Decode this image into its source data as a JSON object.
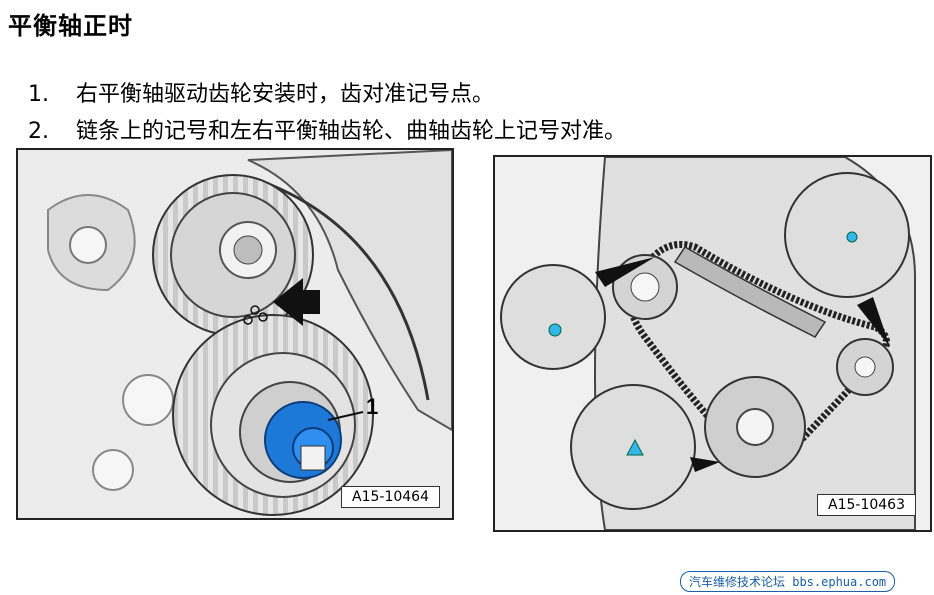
{
  "title": "平衡轴正时",
  "steps": [
    {
      "num": "1.",
      "text": "右平衡轴驱动齿轮安装时，齿对准记号点。"
    },
    {
      "num": "2.",
      "text": "链条上的记号和左右平衡轴齿轮、曲轴齿轮上记号对准。"
    }
  ],
  "left_figure": {
    "callout": "1",
    "code": "A15-10464"
  },
  "right_figure": {
    "code": "A15-10463"
  },
  "watermark": "汽车维修技术论坛 bbs.ephua.com",
  "colors": {
    "callout_blue": "#1e78d8",
    "marker_cyan": "#35b6e8"
  }
}
